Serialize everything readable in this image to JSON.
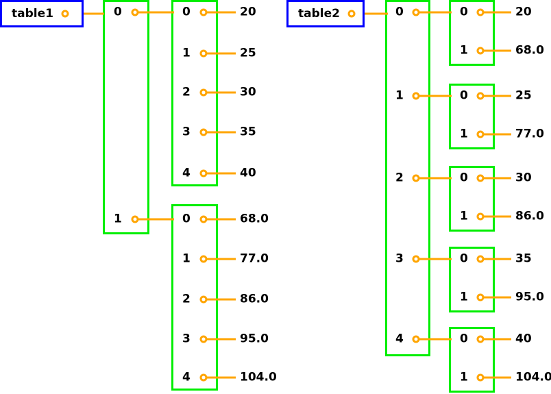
{
  "diagram": {
    "title": "nested structure reference diagram",
    "colors": {
      "root_border": "#0000ff",
      "group_border": "#00ee00",
      "wire": "#ffa500",
      "text": "#000000",
      "background": "#ffffff"
    },
    "roots": [
      {
        "id": "table1",
        "label": "table1"
      },
      {
        "id": "table2",
        "label": "table2"
      }
    ],
    "table1": {
      "outer_keys": [
        "0",
        "1"
      ],
      "groups": [
        {
          "parent_key": "0",
          "keys": [
            "0",
            "1",
            "2",
            "3",
            "4"
          ],
          "values": [
            "20",
            "25",
            "30",
            "35",
            "40"
          ]
        },
        {
          "parent_key": "1",
          "keys": [
            "0",
            "1",
            "2",
            "3",
            "4"
          ],
          "values": [
            "68.0",
            "77.0",
            "86.0",
            "95.0",
            "104.0"
          ]
        }
      ]
    },
    "table2": {
      "outer_keys": [
        "0",
        "1",
        "2",
        "3",
        "4"
      ],
      "groups": [
        {
          "parent_key": "0",
          "keys": [
            "0",
            "1"
          ],
          "values": [
            "20",
            "68.0"
          ]
        },
        {
          "parent_key": "1",
          "keys": [
            "0",
            "1"
          ],
          "values": [
            "25",
            "77.0"
          ]
        },
        {
          "parent_key": "2",
          "keys": [
            "0",
            "1"
          ],
          "values": [
            "30",
            "86.0"
          ]
        },
        {
          "parent_key": "3",
          "keys": [
            "0",
            "1"
          ],
          "values": [
            "35",
            "95.0"
          ]
        },
        {
          "parent_key": "4",
          "keys": [
            "0",
            "1"
          ],
          "values": [
            "40",
            "104.0"
          ]
        }
      ]
    }
  }
}
